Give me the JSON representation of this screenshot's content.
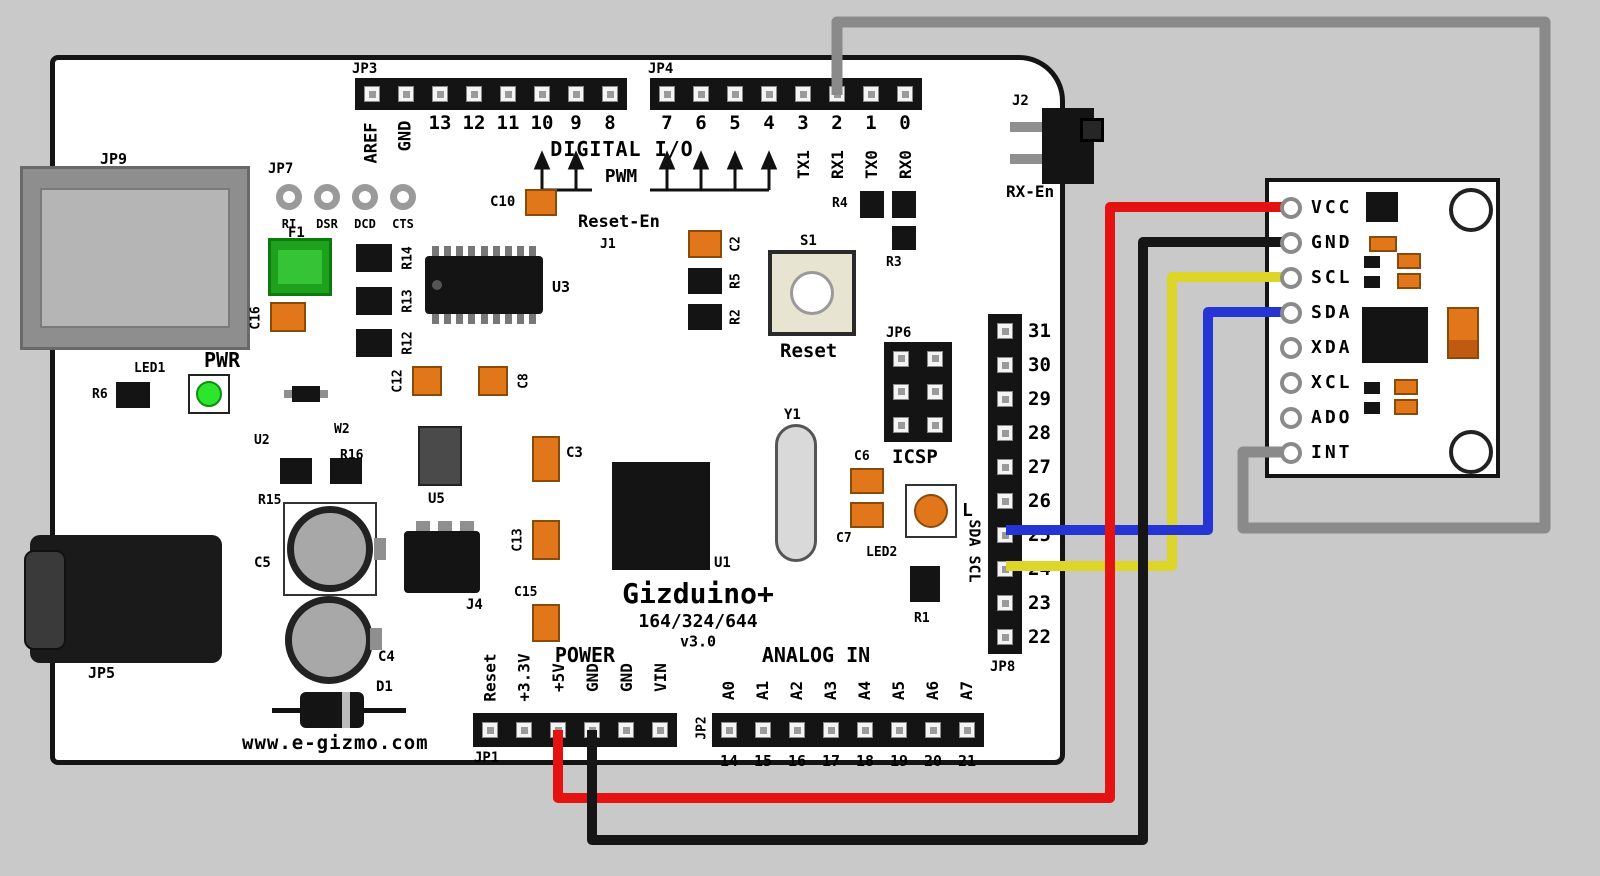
{
  "jp9": "JP9",
  "jp3": {
    "label": "JP3",
    "rotated": [
      "AREF",
      "GND"
    ],
    "numbers": [
      "13",
      "12",
      "11",
      "10",
      "9",
      "8"
    ]
  },
  "jp4": {
    "label": "JP4",
    "numbers": [
      "7",
      "6",
      "5",
      "4",
      "3",
      "2",
      "1",
      "0"
    ],
    "serial": [
      "TX1",
      "RX1",
      "TX0",
      "RX0"
    ]
  },
  "digital_io": "DIGITAL I/O",
  "pwm": "PWM",
  "j2": {
    "label": "J2",
    "name": "RX-En"
  },
  "jp7": {
    "label": "JP7",
    "pins": [
      "RI",
      "DSR",
      "DCD",
      "CTS"
    ]
  },
  "reset_en": {
    "title": "Reset-En",
    "label": "J1"
  },
  "reset_btn": {
    "label": "S1",
    "name": "Reset"
  },
  "jp6": {
    "label": "JP6",
    "name": "ICSP"
  },
  "jp8": {
    "label": "JP8",
    "pins": [
      "31",
      "30",
      "29",
      "28",
      "27",
      "26",
      "25",
      "24",
      "23",
      "22"
    ],
    "i2c": "SDA SCL"
  },
  "jp5": "JP5",
  "jp1": {
    "label": "JP1",
    "title": "POWER",
    "pins": [
      "Reset",
      "+3.3V",
      "+5V",
      "GND",
      "GND",
      "VIN"
    ]
  },
  "jp2": {
    "label": "JP2",
    "title": "ANALOG IN",
    "pins": [
      "A0",
      "A1",
      "A2",
      "A3",
      "A4",
      "A5",
      "A6",
      "A7"
    ],
    "numbers": [
      "14",
      "15",
      "16",
      "17",
      "18",
      "19",
      "20",
      "21"
    ]
  },
  "pwr": {
    "title": "PWR",
    "led": "LED1",
    "resistor": "R6"
  },
  "mcu": {
    "label": "U1",
    "title": "Gizduino+",
    "subtitle": "164/324/644",
    "version": "v3.0"
  },
  "website": "www.e-gizmo.com",
  "components": {
    "f1": "F1",
    "c16": "C16",
    "c10": "C10",
    "r14": "R14",
    "r13": "R13",
    "r12": "R12",
    "u3": "U3",
    "c2": "C2",
    "r5": "R5",
    "r2": "R2",
    "r4": "R4",
    "r3": "R3",
    "c12": "C12",
    "c8": "C8",
    "u2": "U2",
    "w2": "W2",
    "r16": "R16",
    "r15": "R15",
    "u5": "U5",
    "c3": "C3",
    "c13": "C13",
    "c15": "C15",
    "c5": "C5",
    "c4": "C4",
    "j4": "J4",
    "d1": "D1",
    "y1": "Y1",
    "c6": "C6",
    "c7": "C7",
    "led2": "LED2",
    "l": "L",
    "r1": "R1"
  },
  "sensor": {
    "pins": [
      "VCC",
      "GND",
      "SCL",
      "SDA",
      "XDA",
      "XCL",
      "ADO",
      "INT"
    ]
  },
  "wires": {
    "vcc": "#e51212",
    "gnd": "#161616",
    "scl": "#ddd52a",
    "sda": "#2734d4",
    "int": "#8a8a8a"
  }
}
